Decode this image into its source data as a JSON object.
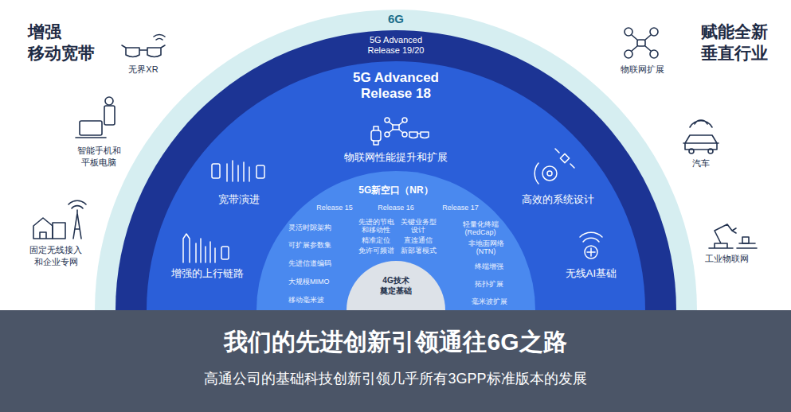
{
  "diagram": {
    "title": "我们的先进创新引领通往6G之路",
    "caption": "高通公司的基础科技创新引领几乎所有3GPP标准版本的发展",
    "nodes": [
      {
        "text": [
          "6G"
        ]
      },
      {
        "text": [
          "5G Advanced Release 19/20"
        ],
        "in": 0
      },
      {
        "text": [
          "5G Advanced Release 18",
          "物联网性能提升和扩展",
          "宽带演进",
          "高效的系统设计",
          "增强的上行链路",
          "无线AI基础"
        ],
        "in": 1
      },
      {
        "text": [
          "5G新空口（NR）",
          "Release 15",
          "Release 16",
          "Release 17",
          "灵活时隙架构",
          "可扩展参数集",
          "先进信道编码",
          "大规模MIMO",
          "移动毫米波",
          "先进的节电 和移动性",
          "关键业务型 设计",
          "精准定位",
          "直连通信",
          "免许可频谱",
          "新部署模式",
          "轻量化终端 (RedCap)",
          "非地面网络 (NTN)",
          "终端增强",
          "拓扑扩展",
          "毫米波扩展"
        ],
        "in": 2
      },
      {
        "text": [
          "4G技术 奠定基础"
        ],
        "in": 3
      }
    ],
    "labels": [
      "增强 移动宽带",
      "无界XR",
      "智能手机和 平板电脑",
      "固定无线接入 和企业专网",
      "赋能全新 垂直行业",
      "物联网扩展",
      "汽车",
      "工业物联网"
    ]
  }
}
